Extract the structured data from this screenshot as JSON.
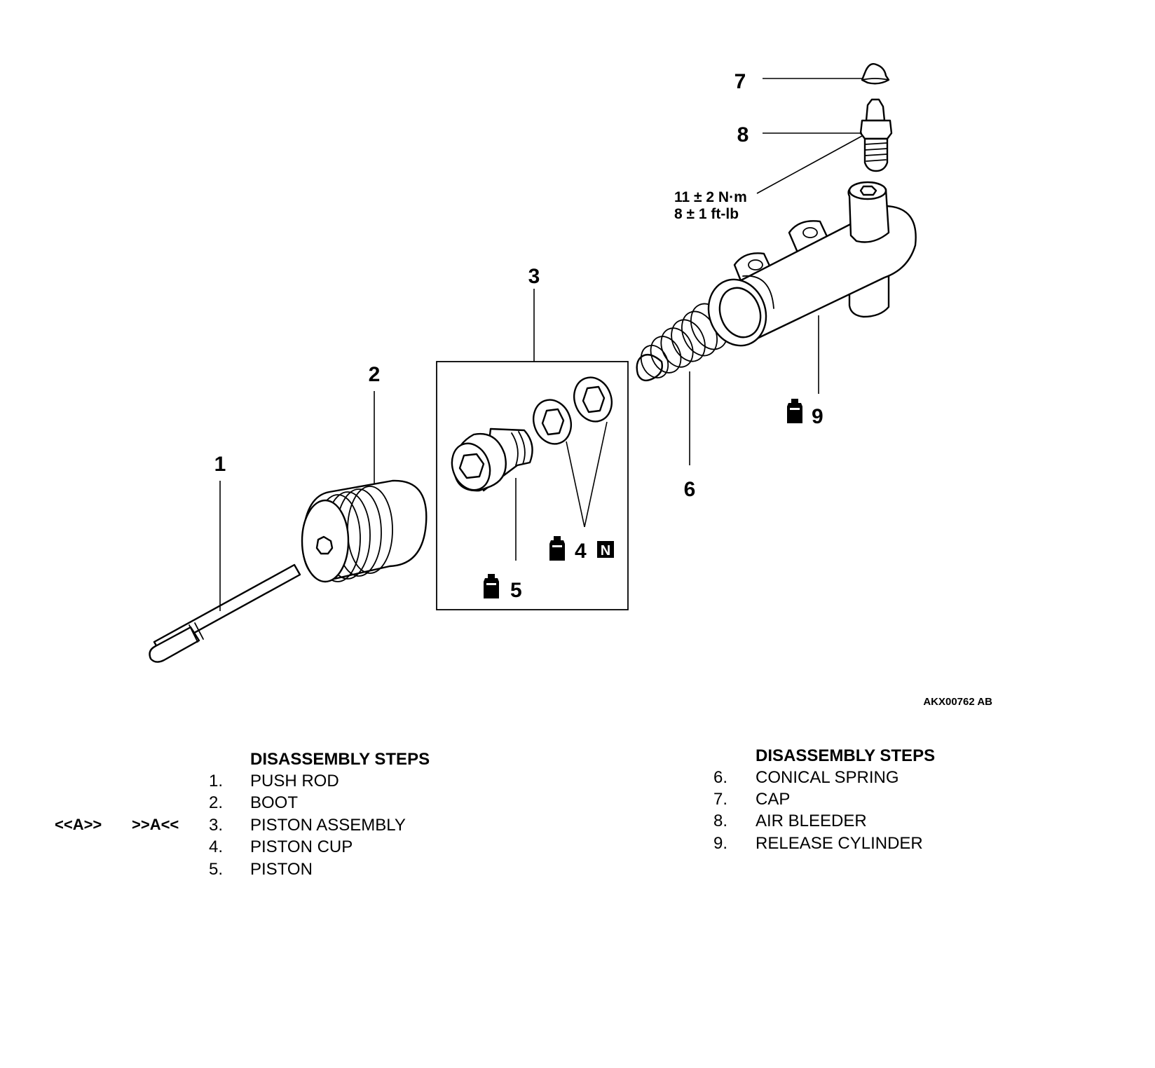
{
  "diagram": {
    "callouts": {
      "c1": "1",
      "c2": "2",
      "c3": "3",
      "c4": "4",
      "c5": "5",
      "c6": "6",
      "c7": "7",
      "c8": "8",
      "c9": "9"
    },
    "torque_line1": "11 ± 2 N·m",
    "torque_line2": "8 ± 1 ft-lb",
    "new_part_mark": "N",
    "figure_code": "AKX00762 AB",
    "icons": [
      "grease-icon",
      "new-part-icon"
    ]
  },
  "steps_left": {
    "heading": "DISASSEMBLY STEPS",
    "items": [
      {
        "num": "1.",
        "label": "PUSH ROD"
      },
      {
        "num": "2.",
        "label": "BOOT"
      },
      {
        "num": "3.",
        "label": "PISTON ASSEMBLY"
      },
      {
        "num": "4.",
        "label": "PISTON CUP"
      },
      {
        "num": "5.",
        "label": "PISTON"
      }
    ],
    "ref_removal": "<<A>>",
    "ref_install": ">>A<<"
  },
  "steps_right": {
    "heading": "DISASSEMBLY STEPS",
    "items": [
      {
        "num": "6.",
        "label": "CONICAL SPRING"
      },
      {
        "num": "7.",
        "label": "CAP"
      },
      {
        "num": "8.",
        "label": "AIR BLEEDER"
      },
      {
        "num": "9.",
        "label": "RELEASE CYLINDER"
      }
    ]
  }
}
